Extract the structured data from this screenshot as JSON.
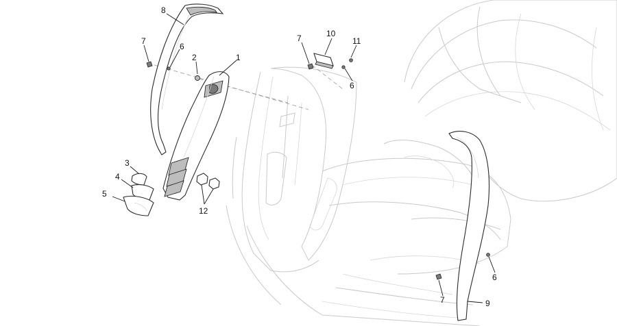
{
  "diagram": {
    "callouts": [
      "1",
      "2",
      "3",
      "4",
      "5",
      "6",
      "7",
      "8",
      "9",
      "10",
      "11",
      "12"
    ],
    "callout_9": "9",
    "callout_10": "10",
    "callout_11": "11",
    "callout_12": "12",
    "callout_6b": "6",
    "callout_6c": "6",
    "callout_7b": "7",
    "callout_7c": "7"
  }
}
